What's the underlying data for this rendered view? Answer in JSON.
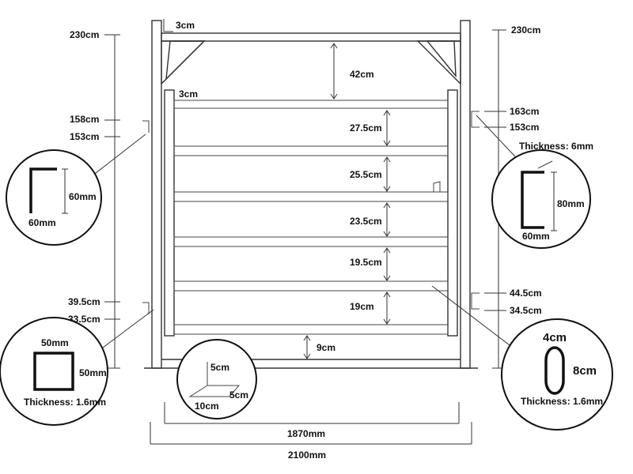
{
  "left_scale": {
    "top": "230cm",
    "bracket_top": "158cm",
    "bracket_bottom": "153cm",
    "lower_top": "39.5cm",
    "lower_bottom": "33.5cm"
  },
  "right_scale": {
    "top": "230cm",
    "bracket_top": "163cm",
    "bracket_bottom": "153cm",
    "lower_top": "44.5cm",
    "lower_bottom": "34.5cm"
  },
  "frame": {
    "post_width": "3cm",
    "gate_post_width": "3cm",
    "top_gap": "42cm",
    "bottom_gap": "9cm"
  },
  "rail_spacings": [
    "27.5cm",
    "25.5cm",
    "23.5cm",
    "19.5cm",
    "19cm"
  ],
  "details": {
    "angle": {
      "height": "60mm",
      "width": "60mm"
    },
    "channel": {
      "thickness": "Thickness: 6mm",
      "height": "80mm",
      "width": "60mm"
    },
    "square": {
      "width": "50mm",
      "height": "50mm",
      "thickness": "Thickness: 1.6mm"
    },
    "oval": {
      "width": "4cm",
      "height": "8cm",
      "thickness": "Thickness: 1.6mm"
    },
    "foot": {
      "height": "5cm",
      "length": "10cm",
      "offset": "5cm"
    }
  },
  "overall": {
    "inner_width": "1870mm",
    "outer_width": "2100mm"
  }
}
